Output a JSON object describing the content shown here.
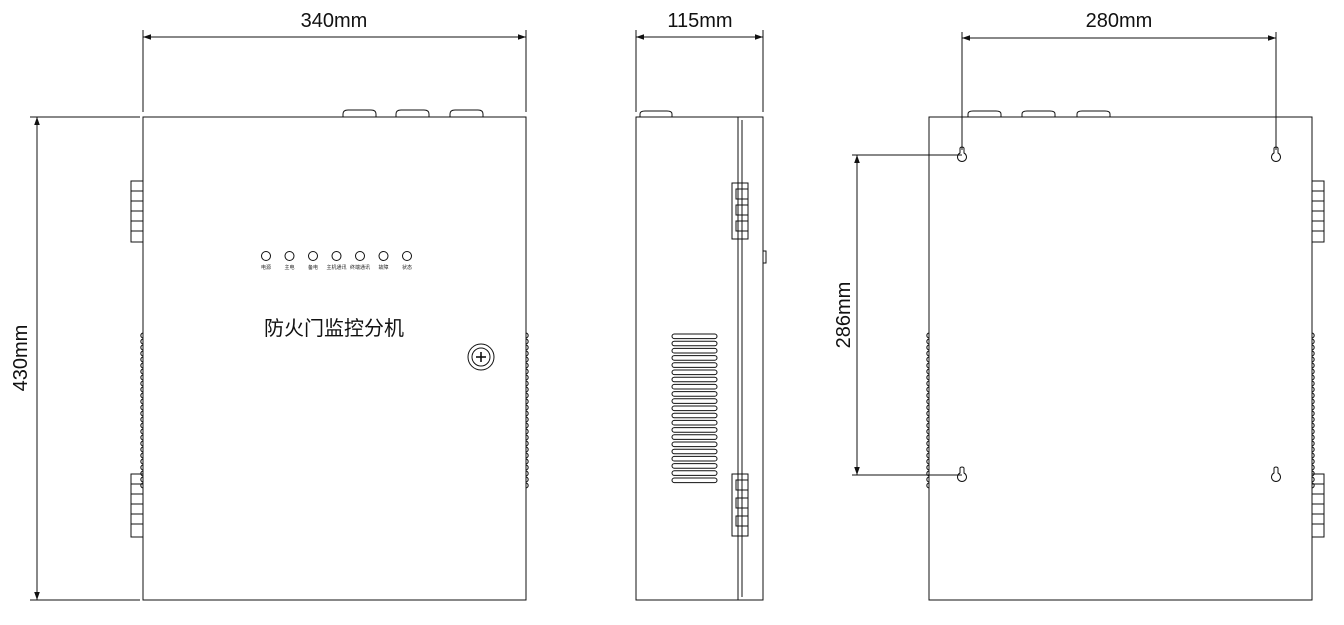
{
  "front_view": {
    "width_label": "340mm",
    "height_label": "430mm",
    "title": "防火门监控分机",
    "indicators": [
      "电源",
      "主电",
      "备电",
      "主机通讯",
      "终端通讯",
      "故障",
      "状态"
    ]
  },
  "side_view": {
    "depth_label": "115mm"
  },
  "back_view": {
    "hole_spacing_horizontal_label": "280mm",
    "hole_spacing_vertical_label": "286mm"
  }
}
